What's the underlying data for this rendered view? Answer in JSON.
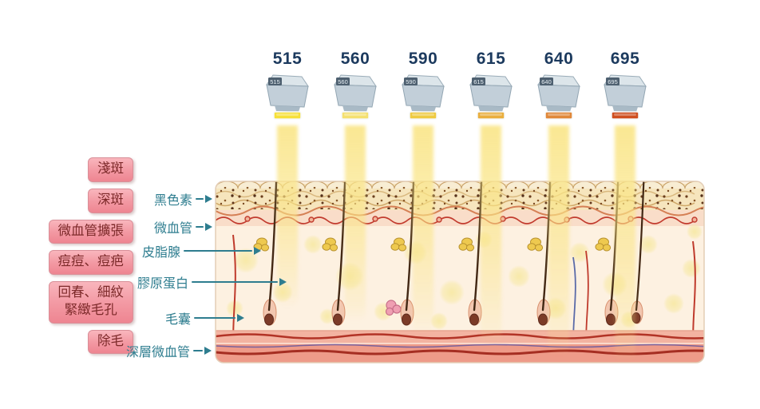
{
  "canvas": {
    "background": "#ffffff"
  },
  "filters": [
    {
      "wavelength": "515",
      "color": "#f6e03a"
    },
    {
      "wavelength": "560",
      "color": "#f4e070"
    },
    {
      "wavelength": "590",
      "color": "#eeca42"
    },
    {
      "wavelength": "615",
      "color": "#e9ae3e"
    },
    {
      "wavelength": "640",
      "color": "#e0883a"
    },
    {
      "wavelength": "695",
      "color": "#cf4f20"
    }
  ],
  "indications": [
    {
      "label": "淺斑"
    },
    {
      "label": "深斑"
    },
    {
      "label": "微血管擴張"
    },
    {
      "label": "痘痘、痘疤"
    },
    {
      "label": "回春、細紋\n緊緻毛孔"
    },
    {
      "label": "除毛"
    }
  ],
  "skin_labels": [
    {
      "label": "黑色素"
    },
    {
      "label": "微血管"
    },
    {
      "label": "皮脂腺"
    },
    {
      "label": "膠原蛋白"
    },
    {
      "label": "毛囊"
    },
    {
      "label": "深層微血管"
    }
  ],
  "colors": {
    "wavelength_text": "#1c3a5e",
    "label_teal": "#2e7d8f",
    "indication_text": "#7d2a2a",
    "beam": "#fae587"
  }
}
